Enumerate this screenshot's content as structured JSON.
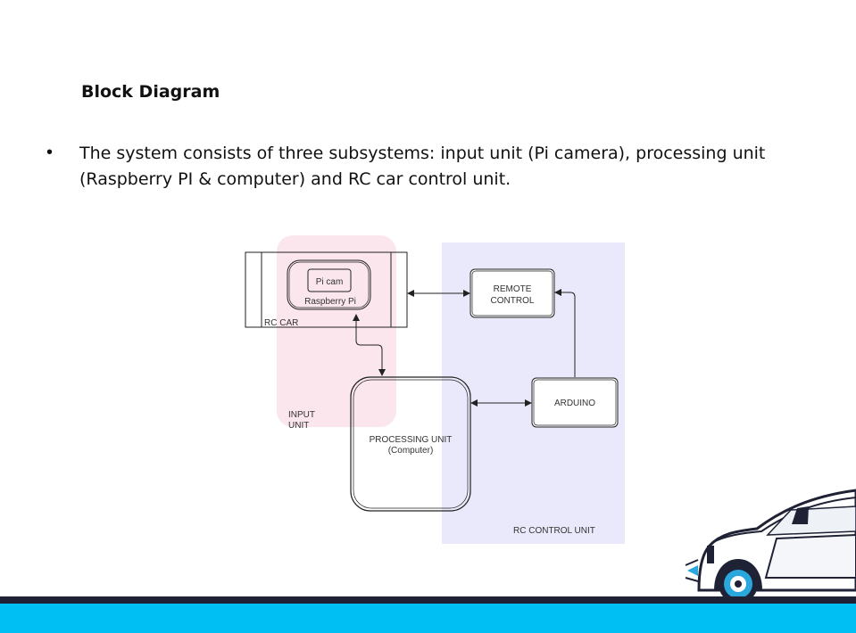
{
  "slide": {
    "title": "Block Diagram",
    "bullet_marker": "•",
    "bullet_text": "The system consists of three subsystems: input unit (Pi camera), processing unit (Raspberry PI & computer) and RC car control unit."
  },
  "diagram": {
    "rc_car_label": "RC CAR",
    "pi_cam_label": "Pi cam",
    "raspberry_pi_label": "Raspberry  Pi",
    "input_unit_line1": "INPUT",
    "input_unit_line2": "UNIT",
    "remote_control_line1": "REMOTE",
    "remote_control_line2": "CONTROL",
    "arduino_label": "ARDUINO",
    "processing_unit_line1": "PROCESSING UNIT",
    "processing_unit_line2": "(Computer)",
    "rc_control_unit_label": "RC CONTROL UNIT"
  },
  "colors": {
    "input_region": "#f9e3ea",
    "control_region": "#e9e9fb",
    "footer_dark": "#1f2235",
    "footer_cyan": "#00bff3",
    "car_accent": "#2aa7dc"
  },
  "icons": {
    "car": "car-illustration"
  }
}
